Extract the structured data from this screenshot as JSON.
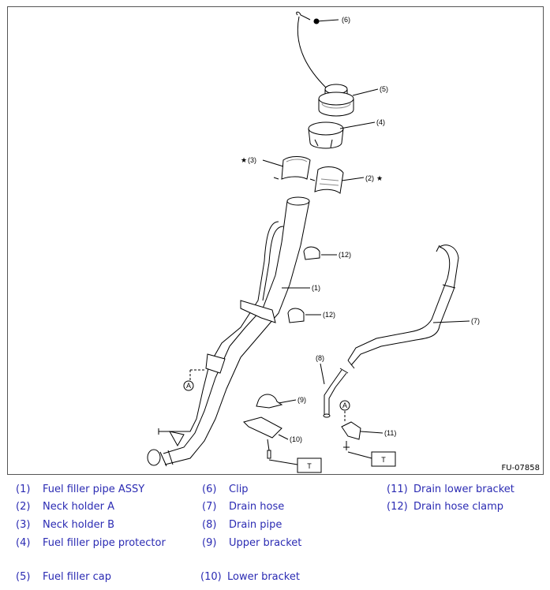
{
  "diagram": {
    "id": "FU-07858",
    "callouts": {
      "c1": "(1)",
      "c2": "(2)",
      "c3": "(3)",
      "c4": "(4)",
      "c5": "(5)",
      "c6": "(6)",
      "c7": "(7)",
      "c8": "(8)",
      "c9": "(9)",
      "c10": "(10)",
      "c11": "(11)",
      "c12a": "(12)",
      "c12b": "(12)"
    },
    "markers": {
      "a1": "A",
      "a2": "A",
      "t1": "T",
      "t2": "T",
      "star": "★"
    }
  },
  "legend": [
    {
      "num": "(1)",
      "label": "Fuel filler pipe ASSY"
    },
    {
      "num": "(2)",
      "label": "Neck holder A"
    },
    {
      "num": "(3)",
      "label": "Neck holder B"
    },
    {
      "num": "(4)",
      "label": "Fuel filler pipe protector"
    },
    {
      "num": "(5)",
      "label": "Fuel filler cap"
    },
    {
      "num": "(6)",
      "label": "Clip"
    },
    {
      "num": "(7)",
      "label": "Drain hose"
    },
    {
      "num": "(8)",
      "label": "Drain pipe"
    },
    {
      "num": "(9)",
      "label": "Upper bracket"
    },
    {
      "num": "(10)",
      "label": "Lower bracket"
    },
    {
      "num": "(11)",
      "label": "Drain lower bracket"
    },
    {
      "num": "(12)",
      "label": "Drain hose clamp"
    }
  ]
}
